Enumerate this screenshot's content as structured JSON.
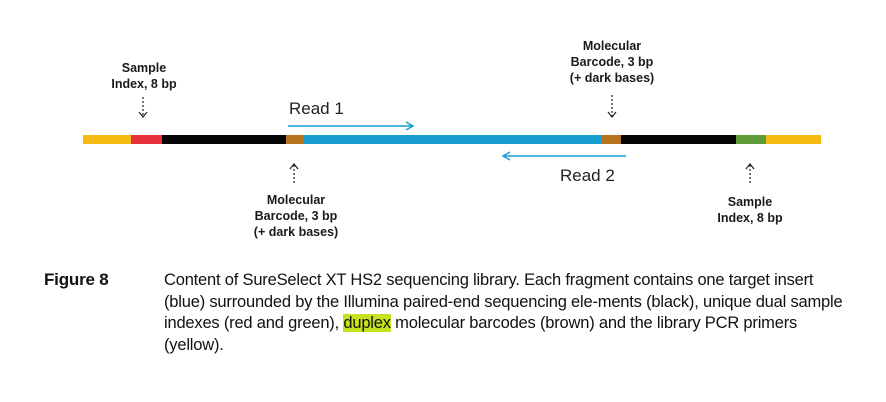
{
  "diagram": {
    "segments": [
      {
        "name": "pcr-primer-left",
        "color": "#f5bd14"
      },
      {
        "name": "sample-index-left",
        "color": "#e7313a"
      },
      {
        "name": "illumina-element-left",
        "color": "#050505"
      },
      {
        "name": "molecular-barcode-left",
        "color": "#b8741c"
      },
      {
        "name": "target-insert",
        "color": "#179ecf"
      },
      {
        "name": "molecular-barcode-right",
        "color": "#b8741c"
      },
      {
        "name": "illumina-element-right",
        "color": "#050505"
      },
      {
        "name": "sample-index-right",
        "color": "#5e9c3a"
      },
      {
        "name": "pcr-primer-right",
        "color": "#f5bd14"
      }
    ],
    "labels": {
      "sample_index_left": [
        "Sample",
        "Index, 8 bp"
      ],
      "barcode_top": [
        "Molecular",
        "Barcode, 3 bp",
        "(+ dark bases)"
      ],
      "barcode_bottom": [
        "Molecular",
        "Barcode, 3 bp",
        "(+ dark bases)"
      ],
      "sample_index_right": [
        "Sample",
        "Index, 8 bp"
      ]
    },
    "read1": "Read 1",
    "read2": "Read 2",
    "arrow_color": "#179ecf"
  },
  "caption": {
    "label": "Figure 8",
    "text_before": "Content of SureSelect XT HS2 sequencing library. Each fragment contains one target insert (blue) surrounded by the Illumina paired-end sequencing ele-ments (black), unique dual sample indexes (red and green), ",
    "highlight": "duplex",
    "text_after": " molecular barcodes (brown) and the library PCR primers (yellow)."
  }
}
